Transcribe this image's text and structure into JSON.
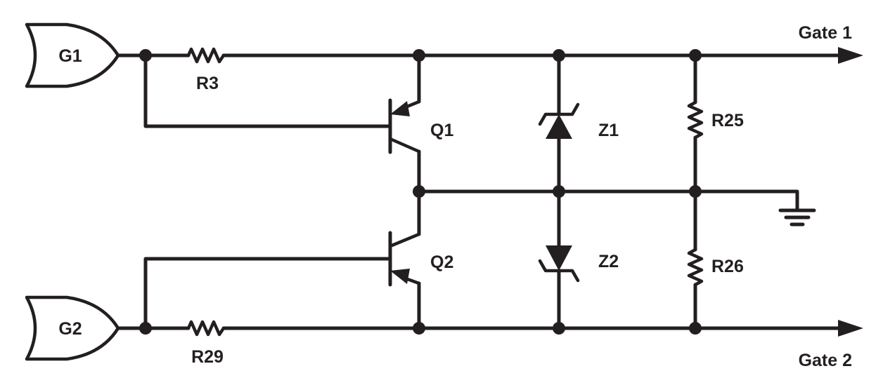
{
  "gates": [
    {
      "id": "g1",
      "label": "G1"
    },
    {
      "id": "g2",
      "label": "G2"
    }
  ],
  "resistors": [
    {
      "id": "r3",
      "label": "R3"
    },
    {
      "id": "r29",
      "label": "R29"
    },
    {
      "id": "r25",
      "label": "R25"
    },
    {
      "id": "r26",
      "label": "R26"
    }
  ],
  "transistors": [
    {
      "id": "q1",
      "label": "Q1"
    },
    {
      "id": "q2",
      "label": "Q2"
    }
  ],
  "zeners": [
    {
      "id": "z1",
      "label": "Z1"
    },
    {
      "id": "z2",
      "label": "Z2"
    }
  ],
  "outputs": [
    {
      "id": "gate1",
      "label": "Gate 1"
    },
    {
      "id": "gate2",
      "label": "Gate 2"
    }
  ],
  "colors": {
    "ink": "#231f20",
    "background": "#ffffff"
  }
}
